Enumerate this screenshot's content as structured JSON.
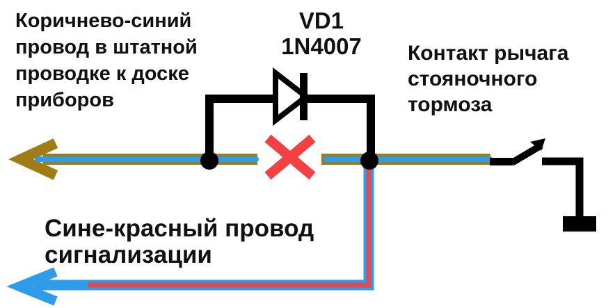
{
  "labels": {
    "brown_blue_wire": {
      "lines": [
        "Коричнево-синий",
        "провод в штатной",
        "проводке к доске",
        "приборов"
      ]
    },
    "diode": {
      "lines": [
        "VD1",
        "1N4007"
      ]
    },
    "brake_contact": {
      "lines": [
        "Контакт рычага",
        "стояночного",
        "тормоза"
      ]
    },
    "signal_wire": {
      "lines": [
        "Сине-красный провод",
        "сигнализации"
      ]
    }
  },
  "colors": {
    "wire_brown": "#a07c15",
    "wire_blue": "#2e9ce8",
    "wire_red_stripe": "#dd4a58",
    "cut_red": "#f34040",
    "line_black": "#000000",
    "diode_fill": "#ffffff",
    "text": "#111111",
    "background": "#ffffff"
  }
}
